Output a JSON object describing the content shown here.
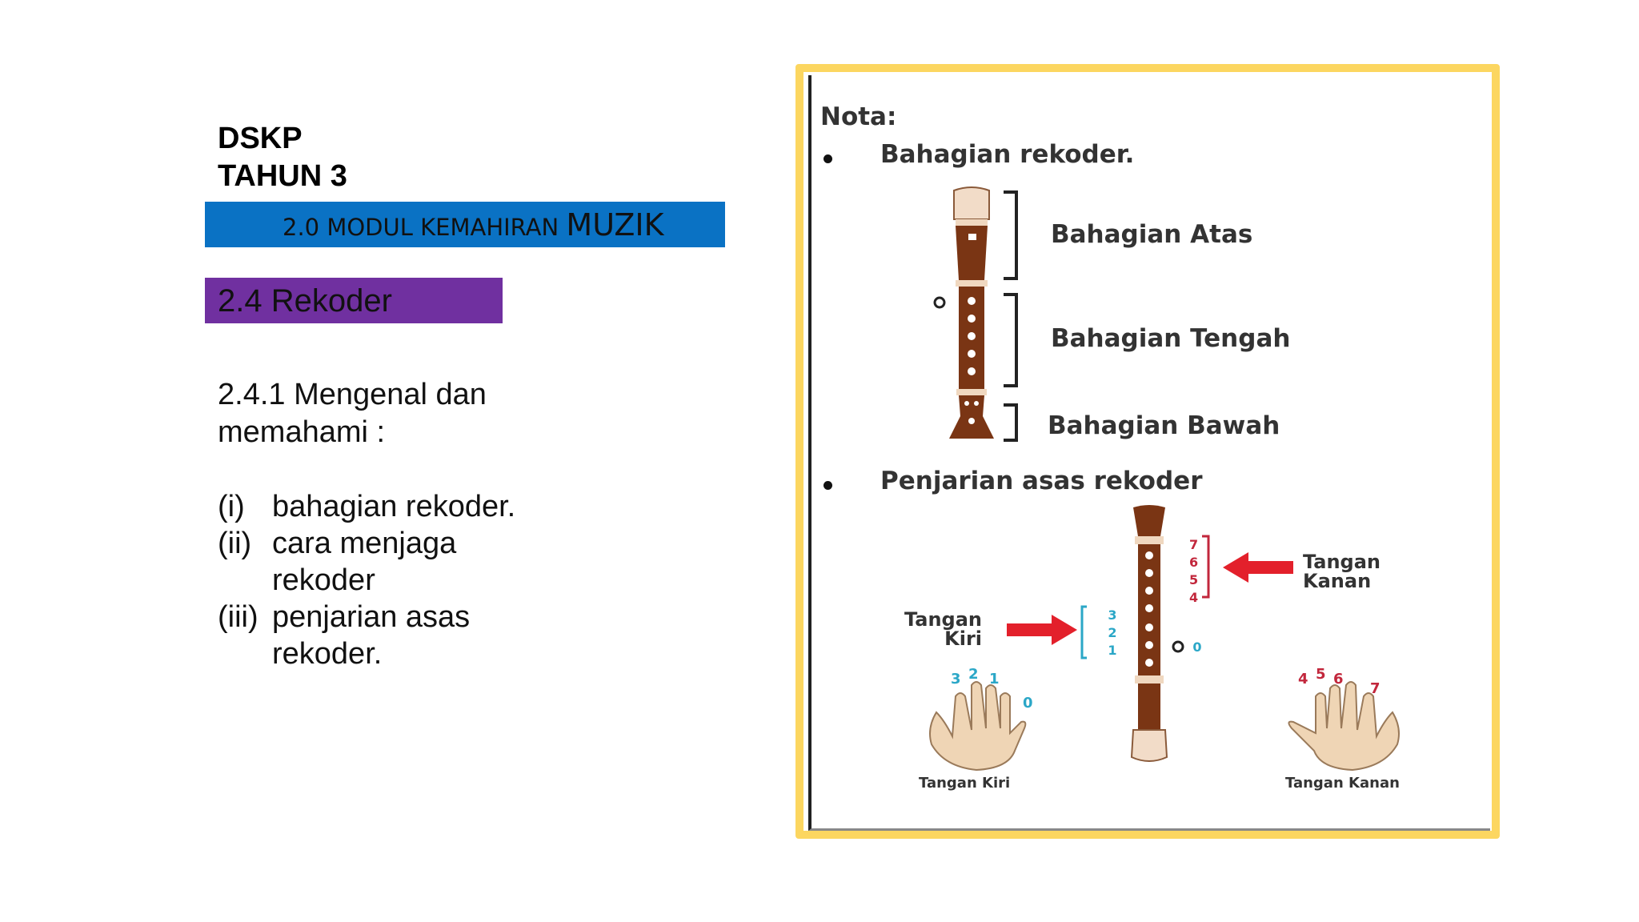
{
  "header": {
    "line1": "DSKP",
    "line2": "TAHUN 3"
  },
  "module": {
    "prefix": "2.0 MODUL KEMAHIRAN ",
    "emphasis": "MUZIK",
    "bar_color": "#0a72c4"
  },
  "topic": {
    "label": "2.4 Rekoder",
    "bar_color": "#7030a0"
  },
  "content": {
    "standard_line1": "2.4.1 Mengenal dan",
    "standard_line2": "memahami :",
    "items": [
      {
        "num": "(i)",
        "lines": [
          "bahagian rekoder."
        ]
      },
      {
        "num": "(ii)",
        "lines": [
          "cara menjaga",
          "rekoder"
        ]
      },
      {
        "num": "(iii)",
        "lines": [
          "penjarian asas",
          "rekoder."
        ]
      }
    ]
  },
  "figure": {
    "frame_color": "#fcd660",
    "nota": "Nota:",
    "section1": "Bahagian rekoder.",
    "parts": {
      "atas": "Bahagian Atas",
      "tengah": "Bahagian Tengah",
      "bawah": "Bahagian Bawah"
    },
    "section2": "Penjarian asas rekoder",
    "right_hand_label": [
      "Tangan",
      "Kanan"
    ],
    "left_hand_label": [
      "Tangan",
      "Kiri"
    ],
    "right_numbers": [
      "7",
      "6",
      "5",
      "4"
    ],
    "left_numbers": [
      "3",
      "2",
      "1"
    ],
    "thumb_hole": "0",
    "left_fingers": [
      "3",
      "2",
      "1",
      "0"
    ],
    "right_fingers": [
      "4",
      "5",
      "6",
      "7"
    ],
    "caption_left": "Tangan Kiri",
    "caption_right": "Tangan Kanan"
  }
}
